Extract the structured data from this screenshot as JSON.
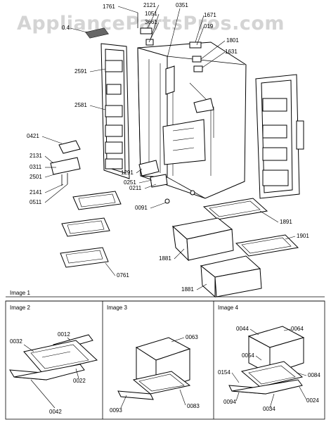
{
  "watermark": "AppliancePartsPros.com",
  "panels": {
    "image1": "Image 1",
    "image2": "Image 2",
    "image3": "Image 3",
    "image4": "Image 4"
  },
  "callouts": {
    "main": [
      {
        "id": "c1761",
        "text": "1761"
      },
      {
        "id": "c2121",
        "text": "2121"
      },
      {
        "id": "c0351",
        "text": "0351"
      },
      {
        "id": "c1051",
        "text": "1051"
      },
      {
        "id": "c3661",
        "text": "3661"
      },
      {
        "id": "c1671",
        "text": "1671"
      },
      {
        "id": "c0319",
        "text": "019"
      },
      {
        "id": "c0004",
        "text": "0.4"
      },
      {
        "id": "c1801",
        "text": "1801"
      },
      {
        "id": "c1631",
        "text": "1631"
      },
      {
        "id": "c2591",
        "text": "2591"
      },
      {
        "id": "c2581",
        "text": "2581"
      },
      {
        "id": "c0421",
        "text": "0421"
      },
      {
        "id": "c2131",
        "text": "2131"
      },
      {
        "id": "c0311",
        "text": "0311"
      },
      {
        "id": "c2501",
        "text": "2501"
      },
      {
        "id": "c2141",
        "text": "2141"
      },
      {
        "id": "c0511",
        "text": "0511"
      },
      {
        "id": "c1291",
        "text": "1291"
      },
      {
        "id": "c0251",
        "text": "0251"
      },
      {
        "id": "c0211",
        "text": "0211"
      },
      {
        "id": "c0091",
        "text": "0091"
      },
      {
        "id": "c1891",
        "text": "1891"
      },
      {
        "id": "c1901",
        "text": "1901"
      },
      {
        "id": "c1881a",
        "text": "1881"
      },
      {
        "id": "c1881b",
        "text": "1881"
      },
      {
        "id": "c0761",
        "text": "0761"
      }
    ],
    "image2": [
      {
        "id": "c0012",
        "text": "0012"
      },
      {
        "id": "c0032",
        "text": "0032"
      },
      {
        "id": "c0022",
        "text": "0022"
      },
      {
        "id": "c0042",
        "text": "0042"
      }
    ],
    "image3": [
      {
        "id": "c0063",
        "text": "0063"
      },
      {
        "id": "c0093",
        "text": "0093"
      },
      {
        "id": "c0083",
        "text": "0083"
      }
    ],
    "image4": [
      {
        "id": "c0044",
        "text": "0044"
      },
      {
        "id": "c0064",
        "text": "0064"
      },
      {
        "id": "c0054",
        "text": "0054"
      },
      {
        "id": "c0154",
        "text": "0154"
      },
      {
        "id": "c0084",
        "text": "0084"
      },
      {
        "id": "c0094",
        "text": "0094"
      },
      {
        "id": "c0034",
        "text": "0034"
      },
      {
        "id": "c0024",
        "text": "0024"
      }
    ]
  }
}
